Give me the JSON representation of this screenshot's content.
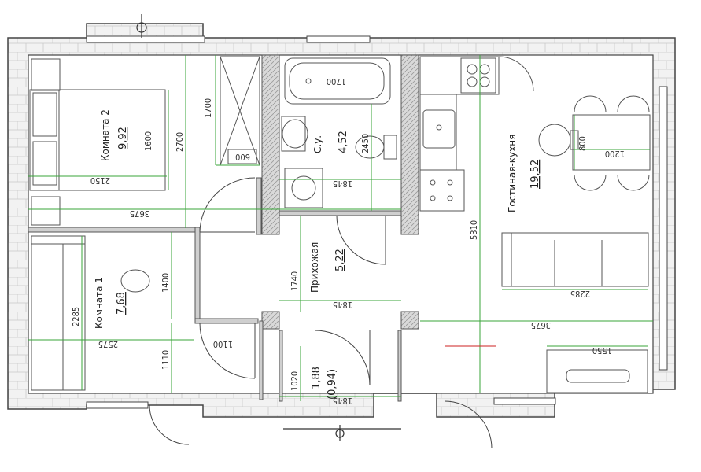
{
  "rooms": {
    "room2": {
      "name": "Комната 2",
      "area": "9,92"
    },
    "room1": {
      "name": "Комната 1",
      "area": "7,68"
    },
    "bath": {
      "name": "С.у.",
      "area": "4,52"
    },
    "hall": {
      "name": "Прихожая",
      "area": "5,22"
    },
    "living": {
      "name": "Гостиная-кухня",
      "area": "19,52"
    },
    "vestibule": {
      "area": "1,88",
      "area2": "(0,94)"
    }
  },
  "dimensions": {
    "d1700": "1700",
    "d1700b": "1700",
    "d2700": "2700",
    "d600": "600",
    "d1600": "1600",
    "d2150": "2150",
    "d3675a": "3675",
    "d1845a": "1845",
    "d2450": "2450",
    "d800": "800",
    "d1200": "1200",
    "d5310": "5310",
    "d2285a": "2285",
    "d1400": "1400",
    "d1740": "1740",
    "d1845b": "1845",
    "d2285b": "2285",
    "d2575": "2575",
    "d1100": "1100",
    "d3675b": "3675",
    "d1110": "1110",
    "d1020": "1020",
    "d1550": "1550",
    "d1845c": "1845"
  },
  "colors": {
    "wall": "#b8b8b8",
    "wall_dark": "#6e6e6e",
    "line": "#333333",
    "dim_line": "#3aa63a",
    "mark": "#cc2222"
  }
}
